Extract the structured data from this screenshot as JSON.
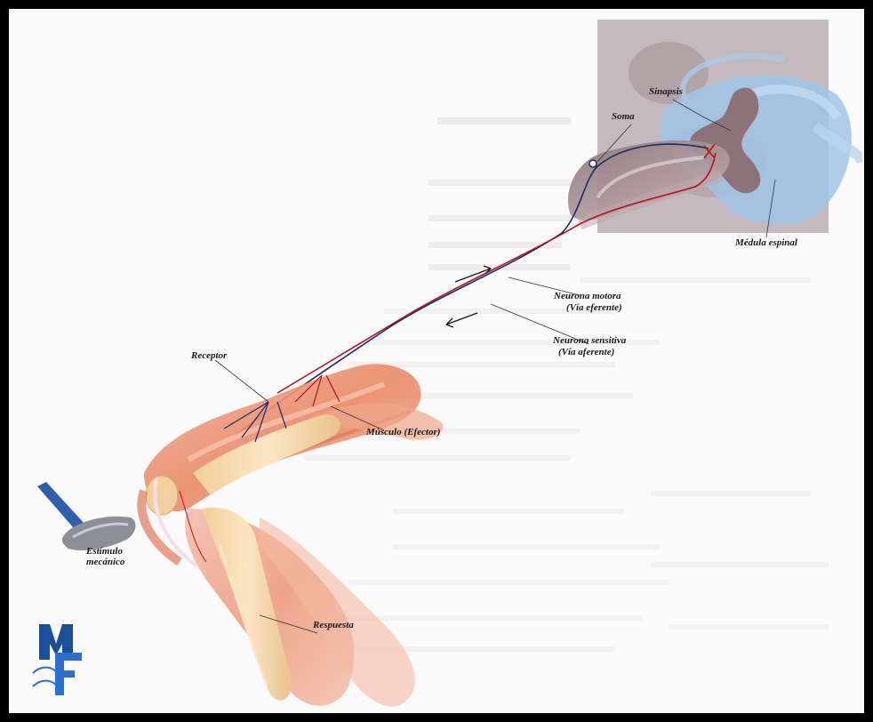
{
  "labels": {
    "sinapsis": "Sinapsis",
    "soma": "Soma",
    "medula": "Médula espinal",
    "neurona_motora_1": "Neurona motora",
    "neurona_motora_2": "(Vía eferente)",
    "neurona_sensitiva_1": "Neurona sensitiva",
    "neurona_sensitiva_2": "(Vía aferente)",
    "receptor": "Receptor",
    "musculo": "Músculo (Efector)",
    "estimulo_1": "Estímulo",
    "estimulo_2": "mecánico",
    "respuesta": "Respuesta"
  },
  "logo": {
    "text": "MF",
    "color_m": "#1b4f9c",
    "color_f": "#2d6fd1"
  },
  "colors": {
    "sensory_nerve": "#1d2a6b",
    "motor_nerve": "#b3121b",
    "muscle": "#e88a6a",
    "bone": "#f3d3a3",
    "spinal_blue": "#9fc4e6"
  }
}
